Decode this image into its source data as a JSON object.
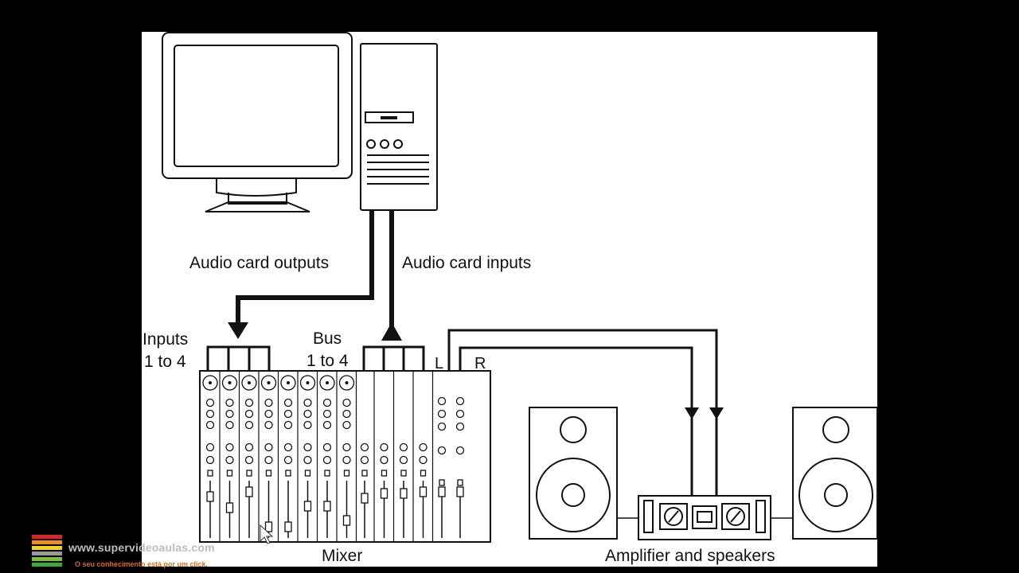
{
  "labels": {
    "audio_card_outputs": "Audio card outputs",
    "audio_card_inputs": "Audio card inputs",
    "inputs_line1": "Inputs",
    "inputs_line2": "1 to 4",
    "bus_line1": "Bus",
    "bus_line2": "1 to 4",
    "left": "L",
    "right": "R",
    "mixer": "Mixer",
    "amplifier_speakers": "Amplifier and speakers"
  },
  "watermark": {
    "url": "www.supervideoaulas.com",
    "slogan": "O seu conhecimento está por um click."
  },
  "colors": {
    "background": "#000000",
    "canvas": "#ffffff",
    "line": "#111111",
    "watermark_url": "#bdbdbd",
    "watermark_slogan": "#e06a17"
  }
}
